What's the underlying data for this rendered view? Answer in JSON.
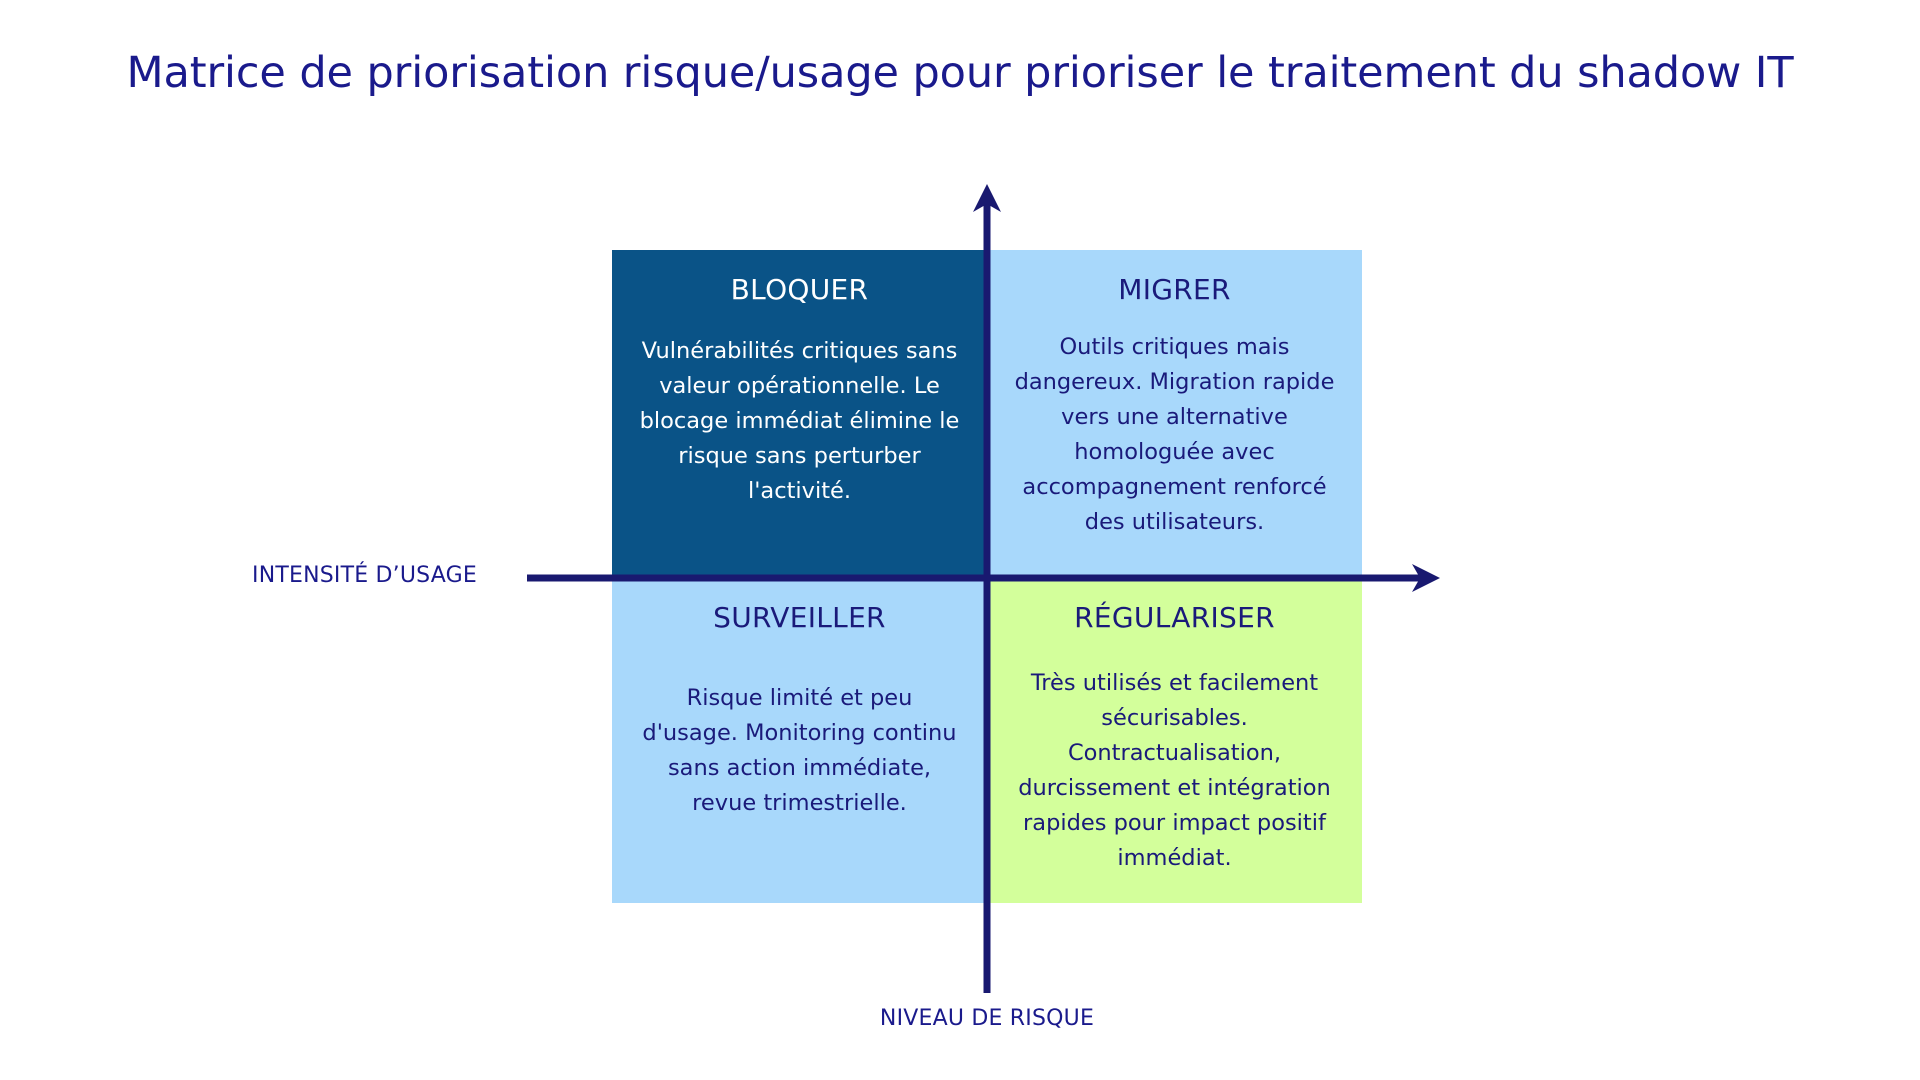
{
  "page": {
    "title": "Matrice de priorisation risque/usage pour prioriser le traitement du shadow IT",
    "background_color": "#ffffff",
    "title_color": "#1a1a8c"
  },
  "axes": {
    "vertical": {
      "label": "NIVEAU DE RISQUE",
      "icon": "arrow-up-icon",
      "color": "#191970",
      "direction": "up"
    },
    "horizontal": {
      "label": "INTENSITÉ D’USAGE",
      "icon": "arrow-right-icon",
      "color": "#191970",
      "direction": "right"
    }
  },
  "matrix": {
    "quadrants": [
      {
        "key": "bloquer",
        "position": "top-left",
        "title": "BLOQUER",
        "description": "Vulnérabilités critiques sans valeur opérationnelle. Le blocage immédiat élimine le risque sans perturber l'activité.",
        "fill_color": "#0a5387",
        "text_color": "#ffffff"
      },
      {
        "key": "migrer",
        "position": "top-right",
        "title": "MIGRER",
        "description": "Outils critiques mais dangereux. Migration rapide vers une alternative homologuée avec accompagnement renforcé des utilisateurs.",
        "fill_color": "#a8d8fb",
        "text_color": "#1a1a7a"
      },
      {
        "key": "surveiller",
        "position": "bottom-left",
        "title": "SURVEILLER",
        "description": "Risque limité et peu d'usage. Monitoring continu sans action immédiate, revue trimestrielle.",
        "fill_color": "#a8d8fb",
        "text_color": "#1a1a7a"
      },
      {
        "key": "regulariser",
        "position": "bottom-right",
        "title": "RÉGULARISER",
        "description": "Très utilisés et facilement sécurisables. Contractualisation, durcissement et intégration rapides pour impact positif immédiat.",
        "fill_color": "#d3ff9b",
        "text_color": "#1a1a7a"
      }
    ]
  },
  "chart_data": {
    "type": "table",
    "title": "Matrice de priorisation risque/usage pour prioriser le traitement du shadow IT",
    "xlabel": "INTENSITÉ D’USAGE",
    "ylabel": "NIVEAU DE RISQUE",
    "grid": false,
    "legend": "none",
    "categories": [
      "BLOQUER",
      "MIGRER",
      "SURVEILLER",
      "RÉGULARISER"
    ],
    "cells": [
      {
        "name": "BLOQUER",
        "risk": "high",
        "usage": "low",
        "quadrant": "top-left",
        "color": "#0a5387",
        "text": "Vulnérabilités critiques sans valeur opérationnelle. Le blocage immédiat élimine le risque sans perturber l'activité."
      },
      {
        "name": "MIGRER",
        "risk": "high",
        "usage": "high",
        "quadrant": "top-right",
        "color": "#a8d8fb",
        "text": "Outils critiques mais dangereux. Migration rapide vers une alternative homologuée avec accompagnement renforcé des utilisateurs."
      },
      {
        "name": "SURVEILLER",
        "risk": "low",
        "usage": "low",
        "quadrant": "bottom-left",
        "color": "#a8d8fb",
        "text": "Risque limité et peu d'usage. Monitoring continu sans action immédiate, revue trimestrielle."
      },
      {
        "name": "RÉGULARISER",
        "risk": "low",
        "usage": "high",
        "quadrant": "bottom-right",
        "color": "#d3ff9b",
        "text": "Très utilisés et facilement sécurisables. Contractualisation, durcissement et intégration rapides pour impact positif immédiat."
      }
    ]
  }
}
